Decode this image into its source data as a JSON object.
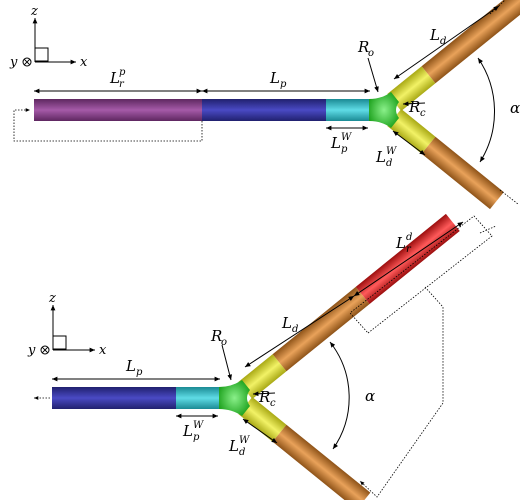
{
  "top": {
    "axes": {
      "z": "z",
      "x": "x",
      "y": "y"
    },
    "labels": {
      "Lrp_main": "L",
      "Lrp_sub": "r",
      "Lrp_sup": "p",
      "Lp_main": "L",
      "Lp_sub": "p",
      "Ld_main": "L",
      "Ld_sub": "d",
      "Ro_main": "R",
      "Ro_sub": "o",
      "Rc_main": "R",
      "Rc_sub": "c",
      "LpW_main": "L",
      "LpW_sub": "p",
      "LpW_sup": "W",
      "LdW_main": "L",
      "LdW_sub": "d",
      "LdW_sup": "W",
      "alpha": "α"
    }
  },
  "bottom": {
    "axes": {
      "z": "z",
      "x": "x",
      "y": "y"
    },
    "labels": {
      "Lrd_main": "L",
      "Lrd_sub": "r",
      "Lrd_sup": "d",
      "Lp_main": "L",
      "Lp_sub": "p",
      "Ld_main": "L",
      "Ld_sub": "d",
      "Ro_main": "R",
      "Ro_sub": "o",
      "Rc_main": "R",
      "Rc_sub": "c",
      "LpW_main": "L",
      "LpW_sub": "p",
      "LpW_sup": "W",
      "LdW_main": "L",
      "LdW_sub": "d",
      "LdW_sup": "W",
      "alpha": "α"
    }
  },
  "colors": {
    "periodic_region": "#8b3f8e",
    "parent": "#2f2f9c",
    "parent_wall": "#2fb5c0",
    "junction": "#22c522",
    "daughter_wall": "#dcdc22",
    "daughter": "#c77a2a",
    "daughter_region": "#e01c1c"
  }
}
